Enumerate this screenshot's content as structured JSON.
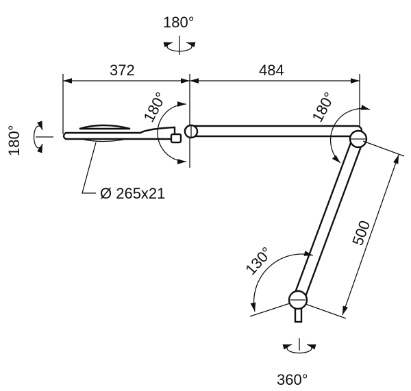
{
  "drawing": {
    "top_rotation": "180°",
    "dim_head_arm": "372",
    "dim_upper_arm": "484",
    "left_rotation": "180°",
    "head_joint_angle": "180°",
    "elbow_angle": "180°",
    "head_diameter": "Ø 265x21",
    "dim_lower_arm": "500",
    "base_angle": "130°",
    "base_rotation": "360°"
  }
}
